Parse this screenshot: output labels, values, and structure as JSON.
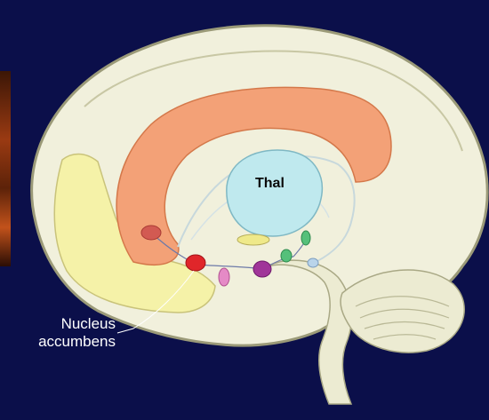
{
  "labels": {
    "thalamus": "Thal",
    "nucleus_accumbens_line1": "Nucleus",
    "nucleus_accumbens_line2": "accumbens"
  },
  "colors": {
    "background": "#0b0f4a",
    "cortex": "#f1f0dc",
    "cortex_outline": "#9b9a78",
    "prefrontal": "#f5f2a8",
    "cingulate": "#f3a177",
    "thalamus": "#bfe9ee",
    "nucleus_accumbens": "#e0262a",
    "vta": "#a03599",
    "hippocampus_like": "#55c07a",
    "brainstem": "#ecebd2"
  }
}
